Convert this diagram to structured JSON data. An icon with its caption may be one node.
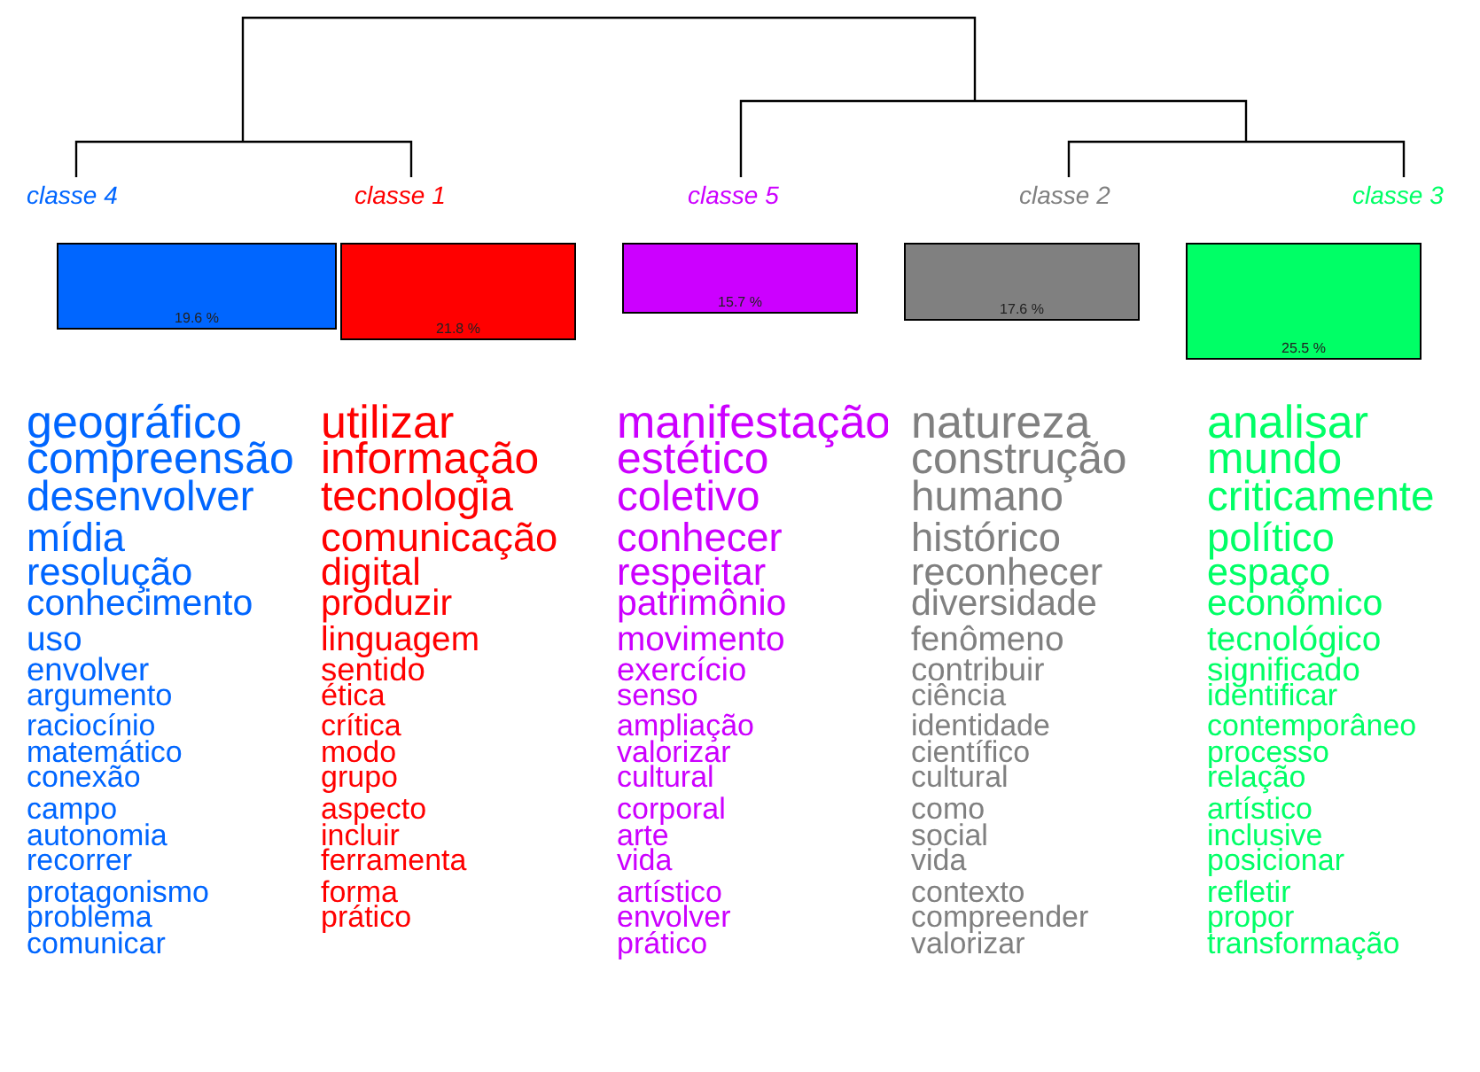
{
  "diagram": {
    "nodes": [
      {
        "text": [
          "classe 4",
          "19.6 %"
        ],
        "beside": [
          "geográfico",
          "compreensão",
          "desenvolver",
          "mídia",
          "resolução",
          "conhecimento",
          "uso",
          "envolver",
          "argumento",
          "raciocínio",
          "matemático",
          "conexão",
          "campo",
          "autonomia",
          "recorrer",
          "protagonismo",
          "problema",
          "comunicar"
        ]
      },
      {
        "text": [
          "classe 1",
          "21.8 %"
        ],
        "beside": [
          "utilizar",
          "informação",
          "tecnologia",
          "comunicação",
          "digital",
          "produzir",
          "linguagem",
          "sentido",
          "ética",
          "crítica",
          "modo",
          "grupo",
          "aspecto",
          "incluir",
          "ferramenta",
          "forma",
          "prático"
        ]
      },
      {
        "text": [
          "classe 5",
          "15.7 %"
        ],
        "beside": [
          "manifestação",
          "estético",
          "coletivo",
          "conhecer",
          "respeitar",
          "patrimônio",
          "movimento",
          "exercício",
          "senso",
          "ampliação",
          "valorizar",
          "cultural",
          "corporal",
          "arte",
          "vida",
          "artístico",
          "envolver",
          "prático"
        ]
      },
      {
        "text": [
          "classe 2",
          "17.6 %"
        ],
        "beside": [
          "natureza",
          "construção",
          "humano",
          "histórico",
          "reconhecer",
          "diversidade",
          "fenômeno",
          "contribuir",
          "ciência",
          "identidade",
          "científico",
          "cultural",
          "como",
          "social",
          "vida",
          "contexto",
          "compreender",
          "valorizar"
        ]
      },
      {
        "text": [
          "classe 3",
          "25.5 %"
        ],
        "beside": [
          "analisar",
          "mundo",
          "criticamente",
          "político",
          "espaço",
          "econômico",
          "tecnológico",
          "significado",
          "identificar",
          "contemporâneo",
          "processo",
          "relação",
          "artístico",
          "inclusive",
          "posicionar",
          "refletir",
          "propor",
          "transformação"
        ]
      }
    ]
  }
}
